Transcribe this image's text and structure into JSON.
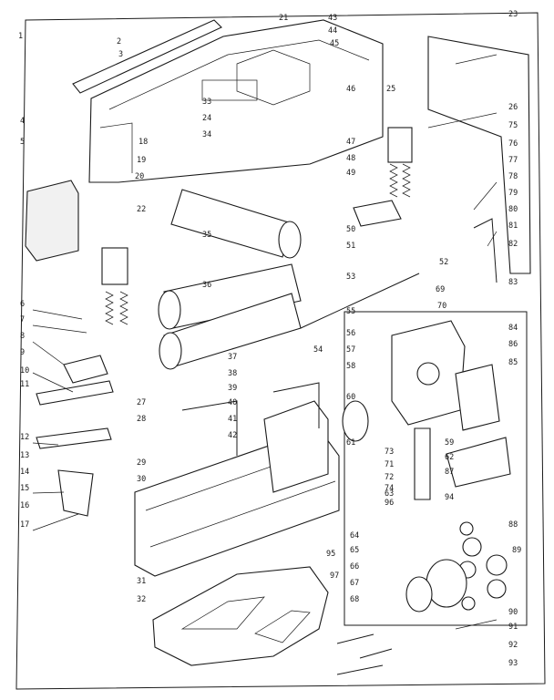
{
  "diagram": {
    "labels": [
      "1",
      "2",
      "3",
      "4",
      "5",
      "6",
      "7",
      "8",
      "9",
      "10",
      "11",
      "12",
      "13",
      "14",
      "15",
      "16",
      "17",
      "18",
      "19",
      "20",
      "21",
      "22",
      "23",
      "24",
      "25",
      "26",
      "27",
      "28",
      "29",
      "30",
      "31",
      "32",
      "33",
      "34",
      "35",
      "36",
      "37",
      "38",
      "39",
      "40",
      "41",
      "42",
      "43",
      "44",
      "45",
      "46",
      "47",
      "48",
      "49",
      "50",
      "51",
      "52",
      "53",
      "54",
      "55",
      "56",
      "57",
      "58",
      "59",
      "60",
      "61",
      "62",
      "63",
      "64",
      "65",
      "66",
      "67",
      "68",
      "69",
      "70",
      "71",
      "72",
      "73",
      "74",
      "75",
      "76",
      "77",
      "78",
      "79",
      "80",
      "81",
      "82",
      "83",
      "84",
      "85",
      "86",
      "87",
      "88",
      "89",
      "90",
      "91",
      "92",
      "93",
      "94",
      "95",
      "96",
      "97"
    ]
  }
}
